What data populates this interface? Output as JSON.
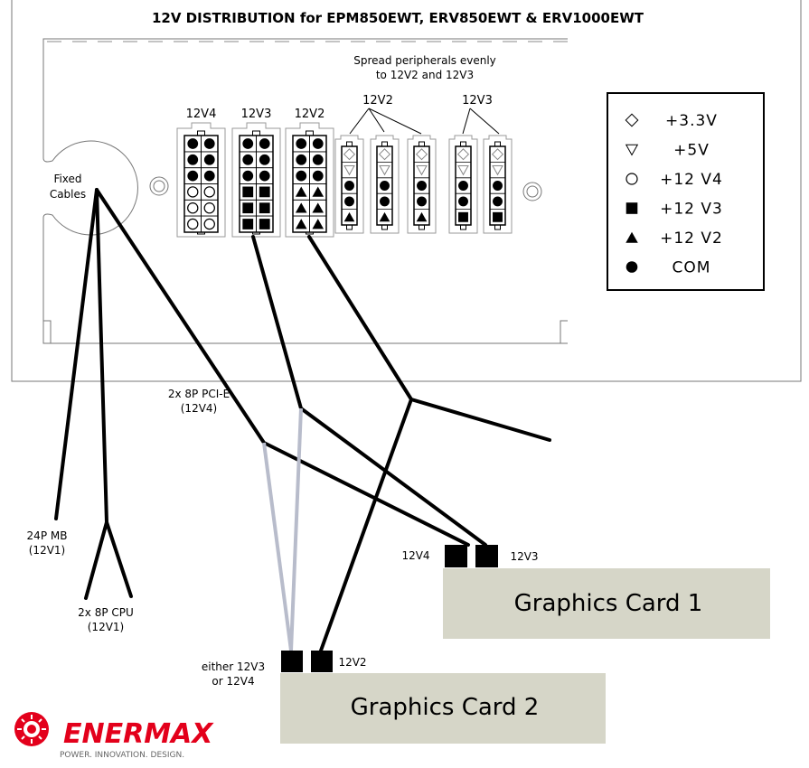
{
  "title": "12V DISTRIBUTION for EPM850EWT, ERV850EWT & ERV1000EWT",
  "fixed_cables": [
    "Fixed",
    "Cables"
  ],
  "note": [
    "Spread peripherals evenly",
    "to 12V2 and 12V3"
  ],
  "group_labels": {
    "peripheral_12v2": "12V2",
    "peripheral_12v3": "12V3"
  },
  "connectors": [
    {
      "label": "12V4",
      "type": "pcie",
      "pins": [
        [
          "com",
          "com"
        ],
        [
          "com",
          "com"
        ],
        [
          "com",
          "com"
        ],
        [
          "v4",
          "v4"
        ],
        [
          "v4",
          "v4"
        ],
        [
          "v4",
          "v4"
        ]
      ]
    },
    {
      "label": "12V3",
      "type": "pcie",
      "pins": [
        [
          "com",
          "com"
        ],
        [
          "com",
          "com"
        ],
        [
          "com",
          "com"
        ],
        [
          "v3",
          "v3"
        ],
        [
          "v3",
          "v3"
        ],
        [
          "v3",
          "v3"
        ]
      ]
    },
    {
      "label": "12V2",
      "type": "pcie",
      "pins": [
        [
          "com",
          "com"
        ],
        [
          "com",
          "com"
        ],
        [
          "com",
          "com"
        ],
        [
          "v2",
          "v2"
        ],
        [
          "v2",
          "v2"
        ],
        [
          "v2",
          "v2"
        ]
      ]
    },
    {
      "type": "periph",
      "pins": [
        "v33",
        "v5",
        "com",
        "com",
        "v2"
      ]
    },
    {
      "type": "periph",
      "pins": [
        "v33",
        "v5",
        "com",
        "com",
        "v2"
      ]
    },
    {
      "type": "periph",
      "pins": [
        "v33",
        "v5",
        "com",
        "com",
        "v2"
      ]
    },
    {
      "type": "periph",
      "pins": [
        "v33",
        "v5",
        "com",
        "com",
        "v3"
      ]
    },
    {
      "type": "periph",
      "pins": [
        "v33",
        "v5",
        "com",
        "com",
        "v3"
      ]
    }
  ],
  "legend": [
    {
      "symbol": "v33",
      "label": "+3.3V"
    },
    {
      "symbol": "v5",
      "label": "+5V"
    },
    {
      "symbol": "v4",
      "label": "+12 V4"
    },
    {
      "symbol": "v3",
      "label": "+12 V3"
    },
    {
      "symbol": "v2",
      "label": "+12 V2"
    },
    {
      "symbol": "com",
      "label": "COM"
    }
  ],
  "cable_labels": {
    "pcie": [
      "2x 8P PCI-E",
      "(12V4)"
    ],
    "mb": [
      "24P MB",
      "(12V1)"
    ],
    "cpu": [
      "2x 8P CPU",
      "(12V1)"
    ],
    "either": [
      "either 12V3",
      "or 12V4"
    ],
    "gc1_left": "12V4",
    "gc1_right": "12V3",
    "gc2_right": "12V2"
  },
  "cards": [
    "Graphics Card 1",
    "Graphics Card 2"
  ],
  "logo": {
    "brand": "ENERMAX",
    "tagline": "POWER. INNOVATION. DESIGN.",
    "color": "#e3001b"
  },
  "colors": {
    "card_fill": "#d6d6c8",
    "grey_cable": "#b8bccb"
  }
}
